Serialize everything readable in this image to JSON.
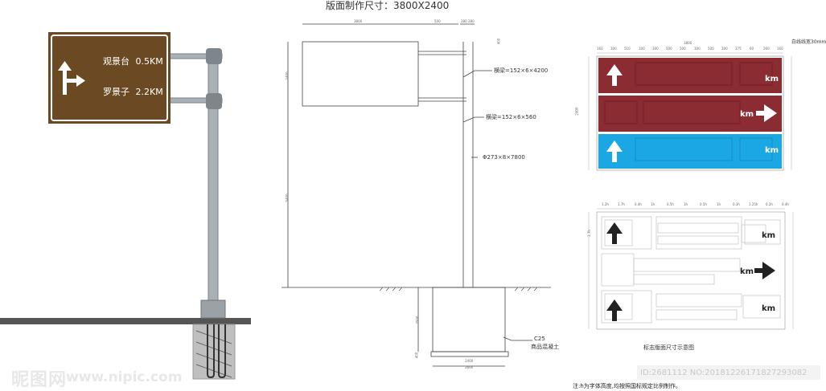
{
  "title": "版面制作尺寸：3800X2400",
  "photo_sign": {
    "line1_place": "观景台",
    "line1_dist": "0.5KM",
    "line2_place": "罗景子",
    "line2_dist": "2.2KM",
    "color": "#6b4a23"
  },
  "elevation": {
    "beam1": "横梁=152×6×4200",
    "beam2": "横梁=152×6×560",
    "pole": "Φ273×8×7800",
    "concrete_1": "C25",
    "concrete_2": "商品混凝土",
    "dims": {
      "width": "3800",
      "mid": "500",
      "top_a": "280",
      "top_b": "280",
      "height": "2400",
      "column": "5400",
      "depth": "2500",
      "base": "400",
      "foot_a": "2400",
      "foot_b": "2600",
      "side": "400"
    }
  },
  "color_panel": {
    "white_line": "白线线宽30mm",
    "width": "3800",
    "side": "2400",
    "km1": "km",
    "km2": "km",
    "km3": "km",
    "top_dims": [
      "160",
      "300",
      "510",
      "100",
      "300",
      "500",
      "500",
      "300",
      "500",
      "300",
      "375",
      "60",
      "260",
      "160"
    ],
    "colors": {
      "red": "#8b2b32",
      "blue": "#1aa7e3"
    }
  },
  "schematic": {
    "top_dims": [
      "1.2h",
      "1.7h",
      "0.4h",
      "1h",
      "0.5h",
      "1h",
      "0.5h",
      "1h",
      "0.3h",
      "1.25h",
      "0.2h",
      "0.4h"
    ],
    "km1": "km",
    "km2": "km",
    "km3": "km",
    "side": "1.7h"
  },
  "caption": "标志版面尺寸示意图",
  "note": "注:h为字体高度,均按照国标规定比例制作。",
  "watermark": {
    "brand": "昵图网",
    "url": "www.nipic.com",
    "id": "ID:2681112 NO:20181226171827293082"
  }
}
